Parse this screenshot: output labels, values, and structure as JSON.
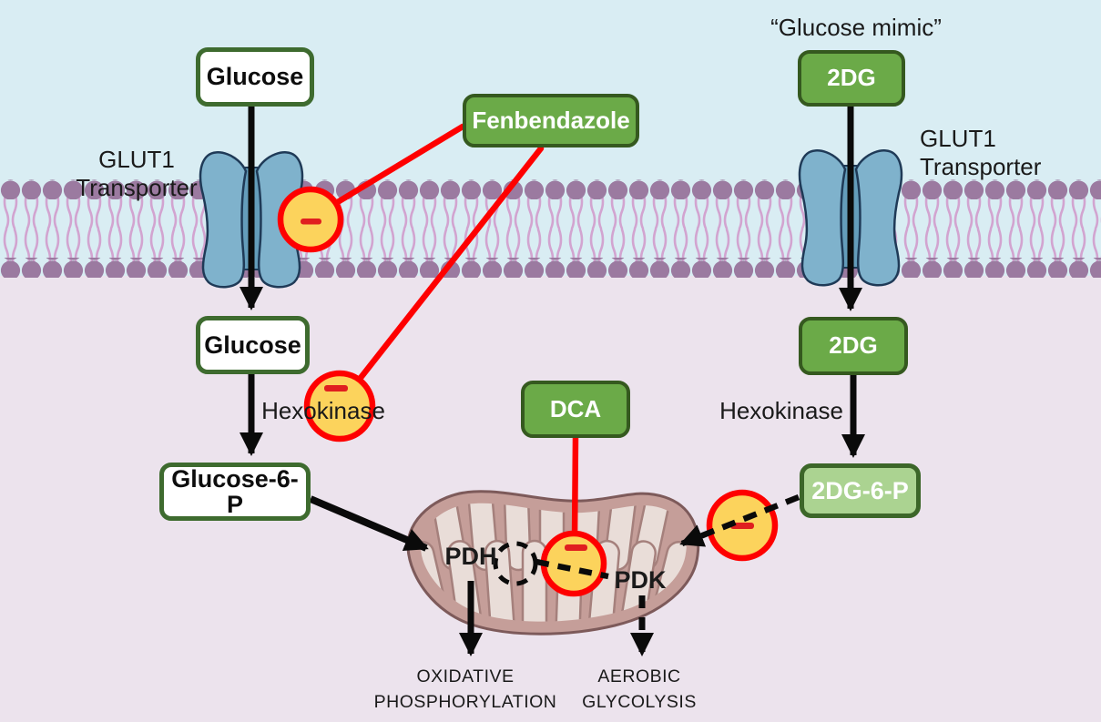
{
  "diagram_title": "Glucose metabolism pathway with Fenbendazole, 2DG and DCA inhibition points",
  "nodes": {
    "glucose_top": {
      "label": "Glucose"
    },
    "fenbendazole": {
      "label": "Fenbendazole"
    },
    "glucose_mimic": {
      "label": "“Glucose mimic”"
    },
    "dg_top": {
      "label": "2DG"
    },
    "glut1_left": {
      "line1": "GLUT1",
      "line2": "Transporter"
    },
    "glut1_right": {
      "line1": "GLUT1",
      "line2": "Transporter"
    },
    "glucose_mid": {
      "label": "Glucose"
    },
    "hexokinase_left": {
      "label": "Hexokinase"
    },
    "hexokinase_right": {
      "label": "Hexokinase"
    },
    "glucose6p": {
      "label": "Glucose-6-P"
    },
    "dg_mid": {
      "label": "2DG"
    },
    "dg6p": {
      "label": "2DG-6-P"
    },
    "dca": {
      "label": "DCA"
    },
    "pdh": {
      "label": "PDH"
    },
    "pdk": {
      "label": "PDK"
    },
    "oxphos": {
      "line1": "OXIDATIVE",
      "line2": "PHOSPHORYLATION"
    },
    "aerobic": {
      "line1": "AEROBIC",
      "line2": "GLYCOLYSIS"
    }
  },
  "icons": {
    "inhibition": "minus-in-circle"
  },
  "colors": {
    "extracellular_bg": "#d9edf3",
    "intracellular_bg": "#ece3ed",
    "membrane_head": "#9b7aa0",
    "membrane_tail": "#d2a4d0",
    "transporter_fill": "#7fb2cc",
    "transporter_body": "#649dbb",
    "transporter_outline": "#1f3a57",
    "green_box": "#6baa48",
    "green_box_border": "#35591f",
    "light_green_box": "#abd391",
    "white_box_border": "#3e6b2f",
    "inhibit_red": "#fe0000",
    "inhibit_yellow": "#fcd35c",
    "mito_outer": "#c59e99",
    "mito_outline": "#7d5a5a",
    "mito_cristae": "#e9ddd8",
    "mito_cristae_outline": "#a5807c",
    "arrow_black": "#0a0a0a"
  }
}
